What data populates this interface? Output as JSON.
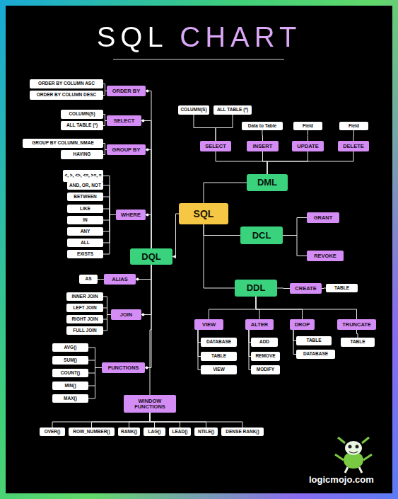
{
  "diagram": {
    "title": "SQL CHART",
    "nodes": [
      {
        "text": [
          "SQL"
        ]
      },
      {
        "text": [
          "DQL"
        ]
      },
      {
        "text": [
          "ORDER BY"
        ]
      },
      {
        "text": [
          "ORDER BY COLUMN ASC"
        ]
      },
      {
        "text": [
          "ORDER BY COLUMN DESC"
        ]
      },
      {
        "text": [
          "SELECT"
        ]
      },
      {
        "text": [
          "COLUMN(S)"
        ]
      },
      {
        "text": [
          "ALL TABLE (*)"
        ]
      },
      {
        "text": [
          "GROUP BY"
        ]
      },
      {
        "text": [
          "GROUP BY COLUMN_NMAE"
        ]
      },
      {
        "text": [
          "HAVING"
        ]
      },
      {
        "text": [
          "WHERE"
        ]
      },
      {
        "text": [
          "<, >, <>, <=, >=, ="
        ]
      },
      {
        "text": [
          "AND, OR, NOT"
        ]
      },
      {
        "text": [
          "BETWEEN"
        ]
      },
      {
        "text": [
          "LIKE"
        ]
      },
      {
        "text": [
          "IN"
        ]
      },
      {
        "text": [
          "ANY"
        ]
      },
      {
        "text": [
          "ALL"
        ]
      },
      {
        "text": [
          "EXISTS"
        ]
      },
      {
        "text": [
          "ALIAS"
        ]
      },
      {
        "text": [
          "AS"
        ]
      },
      {
        "text": [
          "JOIN"
        ]
      },
      {
        "text": [
          "INNER JOIN"
        ]
      },
      {
        "text": [
          "LEFT JOIN"
        ]
      },
      {
        "text": [
          "RIGHT JOIN"
        ]
      },
      {
        "text": [
          "FULL JOIN"
        ]
      },
      {
        "text": [
          "FUNCTIONS"
        ]
      },
      {
        "text": [
          "AVG()"
        ]
      },
      {
        "text": [
          "SUM()"
        ]
      },
      {
        "text": [
          "COUNT()"
        ]
      },
      {
        "text": [
          "MIN()"
        ]
      },
      {
        "text": [
          "MAX()"
        ]
      },
      {
        "text": [
          "WINDOW FUNCTIONS"
        ]
      },
      {
        "text": [
          "OVER()"
        ]
      },
      {
        "text": [
          "ROW_NUMBER()"
        ]
      },
      {
        "text": [
          "RANK()"
        ]
      },
      {
        "text": [
          "LAG()"
        ]
      },
      {
        "text": [
          "LEAD()"
        ]
      },
      {
        "text": [
          "NTILE()"
        ]
      },
      {
        "text": [
          "DENSE RANK()"
        ]
      },
      {
        "text": [
          "DML"
        ]
      },
      {
        "text": [
          "SELECT"
        ]
      },
      {
        "text": [
          "COLUMN(S)"
        ]
      },
      {
        "text": [
          "ALL TABLE (*)"
        ]
      },
      {
        "text": [
          "INSERT"
        ]
      },
      {
        "text": [
          "Data to Table"
        ]
      },
      {
        "text": [
          "UPDATE"
        ]
      },
      {
        "text": [
          "Field"
        ]
      },
      {
        "text": [
          "DELETE"
        ]
      },
      {
        "text": [
          "Field"
        ]
      },
      {
        "text": [
          "DCL"
        ]
      },
      {
        "text": [
          "GRANT"
        ]
      },
      {
        "text": [
          "REVOKE"
        ]
      },
      {
        "text": [
          "DDL"
        ]
      },
      {
        "text": [
          "CREATE"
        ]
      },
      {
        "text": [
          "TABLE"
        ]
      },
      {
        "text": [
          "VIEW"
        ]
      },
      {
        "text": [
          "DATABASE"
        ]
      },
      {
        "text": [
          "TABLE"
        ]
      },
      {
        "text": [
          "VIEW"
        ]
      },
      {
        "text": [
          "ALTER"
        ]
      },
      {
        "text": [
          "ADD"
        ]
      },
      {
        "text": [
          "REMOVE"
        ]
      },
      {
        "text": [
          "MODIFY"
        ]
      },
      {
        "text": [
          "DROP"
        ]
      },
      {
        "text": [
          "TABLE"
        ]
      },
      {
        "text": [
          "DATABASE"
        ]
      },
      {
        "text": [
          "TRUNCATE"
        ]
      },
      {
        "text": [
          "TABLE"
        ]
      }
    ],
    "edges": [
      {
        "from": 0,
        "to": 1,
        "arrow": "to"
      },
      {
        "from": 0,
        "to": 41,
        "arrow": "none"
      },
      {
        "from": 0,
        "to": 51,
        "arrow": "none"
      },
      {
        "from": 0,
        "to": 54,
        "arrow": "none"
      },
      {
        "from": 1,
        "to": 2,
        "arrow": "none"
      },
      {
        "from": 1,
        "to": 5,
        "arrow": "none"
      },
      {
        "from": 1,
        "to": 8,
        "arrow": "none"
      },
      {
        "from": 1,
        "to": 11,
        "arrow": "none"
      },
      {
        "from": 1,
        "to": 20,
        "arrow": "none"
      },
      {
        "from": 1,
        "to": 22,
        "arrow": "none"
      },
      {
        "from": 1,
        "to": 27,
        "arrow": "none"
      },
      {
        "from": 1,
        "to": 33,
        "arrow": "none"
      },
      {
        "from": 2,
        "to": 3,
        "arrow": "none"
      },
      {
        "from": 2,
        "to": 4,
        "arrow": "none"
      },
      {
        "from": 5,
        "to": 6,
        "arrow": "none"
      },
      {
        "from": 5,
        "to": 7,
        "arrow": "none"
      },
      {
        "from": 8,
        "to": 9,
        "arrow": "none"
      },
      {
        "from": 8,
        "to": 10,
        "arrow": "none"
      },
      {
        "from": 11,
        "to": 12,
        "arrow": "none"
      },
      {
        "from": 11,
        "to": 13,
        "arrow": "none"
      },
      {
        "from": 11,
        "to": 14,
        "arrow": "none"
      },
      {
        "from": 11,
        "to": 15,
        "arrow": "none"
      },
      {
        "from": 11,
        "to": 16,
        "arrow": "none"
      },
      {
        "from": 11,
        "to": 17,
        "arrow": "none"
      },
      {
        "from": 11,
        "to": 18,
        "arrow": "none"
      },
      {
        "from": 11,
        "to": 19,
        "arrow": "none"
      },
      {
        "from": 20,
        "to": 21,
        "arrow": "none"
      },
      {
        "from": 22,
        "to": 23,
        "arrow": "none"
      },
      {
        "from": 22,
        "to": 24,
        "arrow": "none"
      },
      {
        "from": 22,
        "to": 25,
        "arrow": "none"
      },
      {
        "from": 22,
        "to": 26,
        "arrow": "none"
      },
      {
        "from": 27,
        "to": 28,
        "arrow": "none"
      },
      {
        "from": 27,
        "to": 29,
        "arrow": "none"
      },
      {
        "from": 27,
        "to": 30,
        "arrow": "none"
      },
      {
        "from": 27,
        "to": 31,
        "arrow": "none"
      },
      {
        "from": 27,
        "to": 32,
        "arrow": "none"
      },
      {
        "from": 33,
        "to": 34,
        "arrow": "none"
      },
      {
        "from": 33,
        "to": 35,
        "arrow": "none"
      },
      {
        "from": 33,
        "to": 36,
        "arrow": "none"
      },
      {
        "from": 33,
        "to": 37,
        "arrow": "none"
      },
      {
        "from": 33,
        "to": 38,
        "arrow": "none"
      },
      {
        "from": 33,
        "to": 39,
        "arrow": "none"
      },
      {
        "from": 33,
        "to": 40,
        "arrow": "none"
      },
      {
        "from": 41,
        "to": 42,
        "arrow": "none"
      },
      {
        "from": 41,
        "to": 45,
        "arrow": "none"
      },
      {
        "from": 41,
        "to": 47,
        "arrow": "none"
      },
      {
        "from": 41,
        "to": 49,
        "arrow": "none"
      },
      {
        "from": 42,
        "to": 43,
        "arrow": "none"
      },
      {
        "from": 42,
        "to": 44,
        "arrow": "none"
      },
      {
        "from": 45,
        "to": 46,
        "arrow": "none"
      },
      {
        "from": 47,
        "to": 48,
        "arrow": "none"
      },
      {
        "from": 49,
        "to": 50,
        "arrow": "none"
      },
      {
        "from": 51,
        "to": 52,
        "arrow": "none"
      },
      {
        "from": 51,
        "to": 53,
        "arrow": "none"
      },
      {
        "from": 54,
        "to": 55,
        "arrow": "none"
      },
      {
        "from": 55,
        "to": 56,
        "arrow": "none"
      },
      {
        "from": 54,
        "to": 57,
        "arrow": "none"
      },
      {
        "from": 54,
        "to": 61,
        "arrow": "none"
      },
      {
        "from": 54,
        "to": 65,
        "arrow": "none"
      },
      {
        "from": 54,
        "to": 68,
        "arrow": "none"
      },
      {
        "from": 57,
        "to": 58,
        "arrow": "none"
      },
      {
        "from": 57,
        "to": 59,
        "arrow": "none"
      },
      {
        "from": 57,
        "to": 60,
        "arrow": "none"
      },
      {
        "from": 61,
        "to": 62,
        "arrow": "none"
      },
      {
        "from": 61,
        "to": 63,
        "arrow": "none"
      },
      {
        "from": 61,
        "to": 64,
        "arrow": "none"
      },
      {
        "from": 65,
        "to": 66,
        "arrow": "none"
      },
      {
        "from": 65,
        "to": 67,
        "arrow": "none"
      },
      {
        "from": 68,
        "to": 69,
        "arrow": "none"
      }
    ],
    "labels": [
      "logicmojo.com"
    ]
  }
}
